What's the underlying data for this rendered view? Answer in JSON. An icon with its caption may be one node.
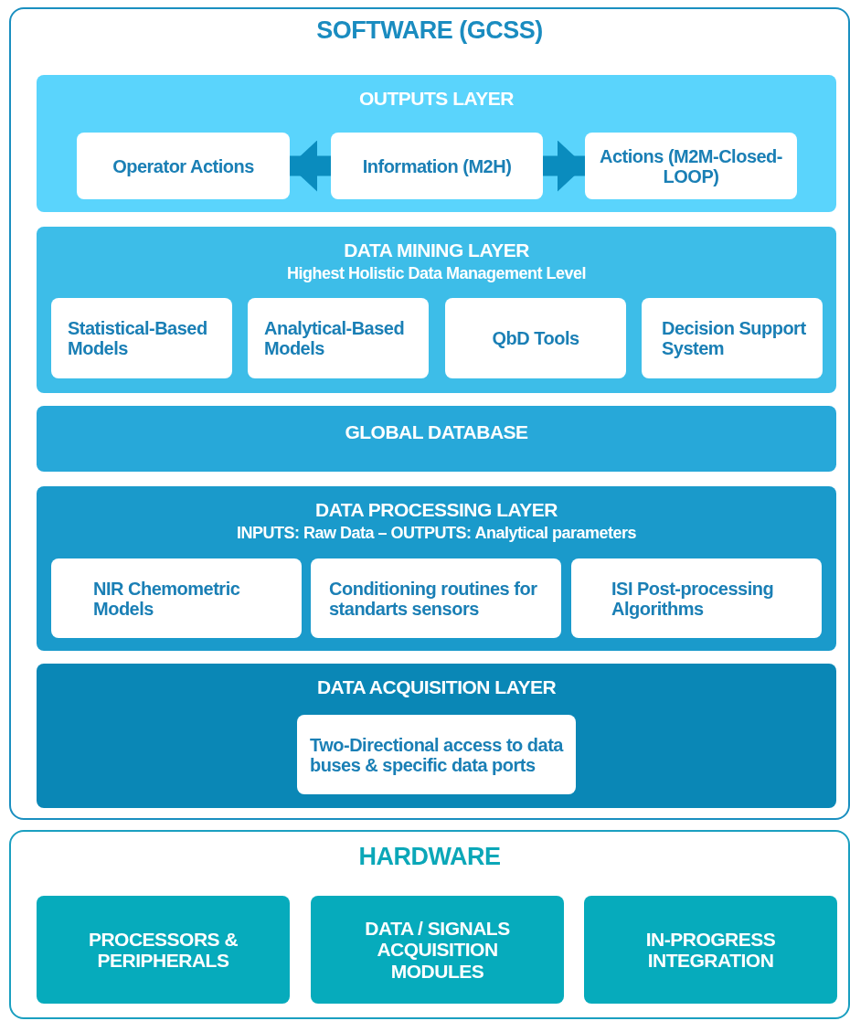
{
  "diagram": {
    "nodes": [
      {
        "text": [
          "SOFTWARE (GCSS)"
        ]
      },
      {
        "text": [
          "OUTPUTS  LAYER"
        ],
        "in": 0
      },
      {
        "text": [
          "Operator Actions"
        ],
        "in": 1
      },
      {
        "text": [
          "Information (M2H)"
        ],
        "in": 1
      },
      {
        "text": [
          "Actions (M2M-Closed-LOOP)"
        ],
        "in": 1
      },
      {
        "text": [
          "DATA MINING LAYER",
          "Highest Holistic Data Management Level"
        ],
        "in": 0
      },
      {
        "text": [
          "Statistical-Based Models"
        ],
        "in": 5
      },
      {
        "text": [
          "Analytical-Based Models"
        ],
        "in": 5
      },
      {
        "text": [
          "QbD Tools"
        ],
        "in": 5
      },
      {
        "text": [
          "Decision Support System"
        ],
        "in": 5
      },
      {
        "text": [
          "GLOBAL DATABASE"
        ],
        "in": 0
      },
      {
        "text": [
          "DATA PROCESSING LAYER",
          "INPUTS: Raw Data – OUTPUTS: Analytical parameters"
        ],
        "in": 0
      },
      {
        "text": [
          "NIR Chemometric Models"
        ],
        "in": 11
      },
      {
        "text": [
          "Conditioning routines for standarts sensors"
        ],
        "in": 11
      },
      {
        "text": [
          "ISI Post-processing Algorithms"
        ],
        "in": 11
      },
      {
        "text": [
          "DATA ACQUISITION LAYER"
        ],
        "in": 0
      },
      {
        "text": [
          "Two-Directional access to data buses & specific data ports"
        ],
        "in": 15
      },
      {
        "text": [
          "HARDWARE"
        ]
      },
      {
        "text": [
          "PROCESSORS & PERIPHERALS"
        ],
        "in": 17
      },
      {
        "text": [
          "DATA / SIGNALS ACQUISITION MODULES"
        ],
        "in": 17
      },
      {
        "text": [
          "IN-PROGRESS INTEGRATION"
        ],
        "in": 17
      }
    ],
    "edges": [
      {
        "from": 3,
        "to": 2,
        "arrow": "to"
      },
      {
        "from": 3,
        "to": 4,
        "arrow": "to"
      }
    ]
  }
}
